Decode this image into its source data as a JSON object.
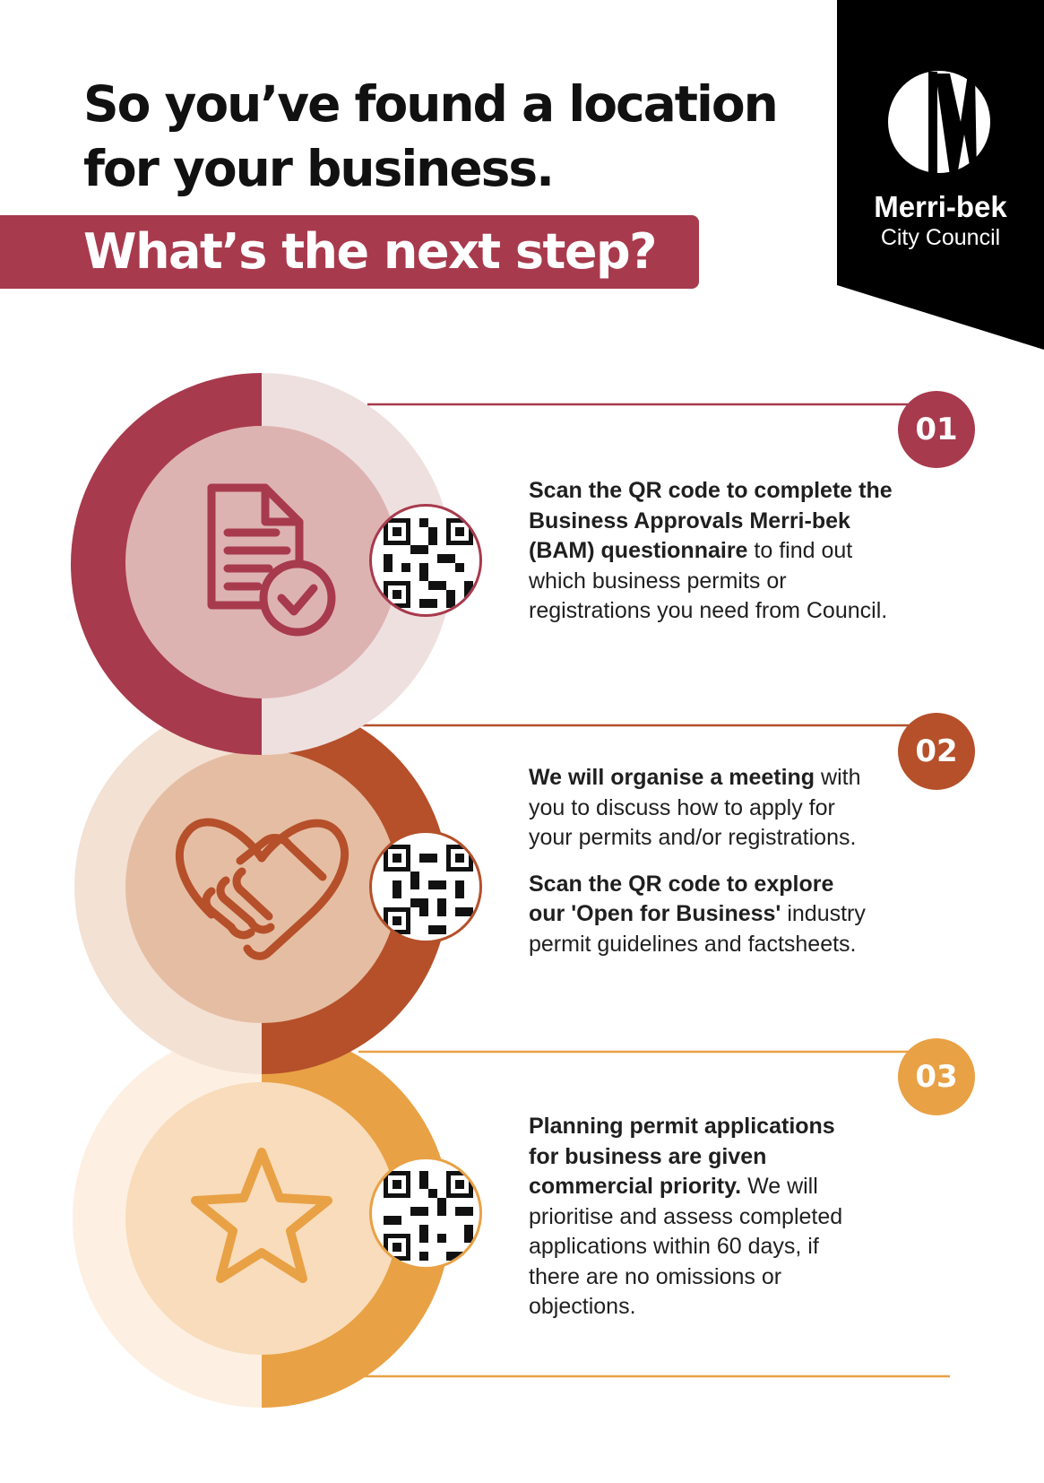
{
  "header": {
    "headline_line1": "So you’ve found a location",
    "headline_line2": "for your business.",
    "banner": "What’s the next step?"
  },
  "logo": {
    "name": "Merri-bek",
    "subtitle": "City Council"
  },
  "colors": {
    "step1": "#a83a4d",
    "step2": "#b5502a",
    "step3": "#e9a145",
    "logo_bg": "#000000"
  },
  "steps": [
    {
      "number": "01",
      "icon": "document-check-icon",
      "bold": "Scan the QR code to complete the Business Approvals Merri-bek (BAM) questionnaire",
      "text": "to find out which business permits or registrations you need from Council."
    },
    {
      "number": "02",
      "icon": "handshake-heart-icon",
      "bold": "We will organise a meeting",
      "text": "with you to discuss how to apply for your permits and/or registrations.",
      "bold2": "Scan the QR code to explore our 'Open for Business'",
      "text2": "industry permit guidelines and factsheets."
    },
    {
      "number": "03",
      "icon": "star-icon",
      "bold": "Planning permit applications for business are given commercial priority.",
      "text": "We will prioritise and assess completed applications within 60 days, if there are no omissions or objections."
    }
  ]
}
